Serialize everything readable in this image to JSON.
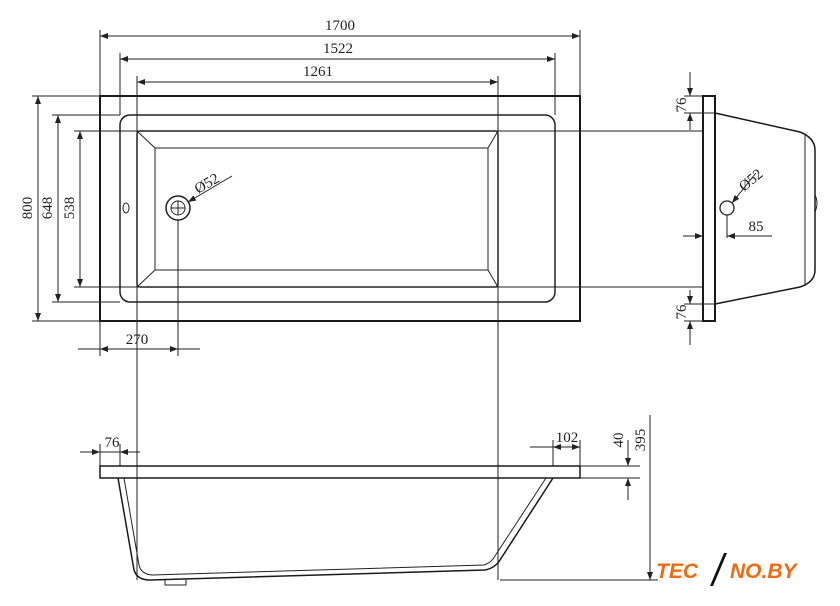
{
  "dimensions": {
    "length_total": "1700",
    "length_rim_inner": "1522",
    "length_basin": "1261",
    "width_total": "800",
    "width_rim_inner": "648",
    "width_basin": "538",
    "drain_offset": "270",
    "drain_diameter_top": "Ø52",
    "drain_diameter_side": "Ø52",
    "drain_offset_side": "85",
    "flange_top": "76",
    "flange_bottom": "76",
    "front_rim_left": "76",
    "front_rim_right": "102",
    "rim_thickness": "40",
    "depth_total": "395"
  },
  "logo": {
    "text_a": "TEC",
    "text_b": "NO.BY",
    "color": "#f26a10"
  }
}
